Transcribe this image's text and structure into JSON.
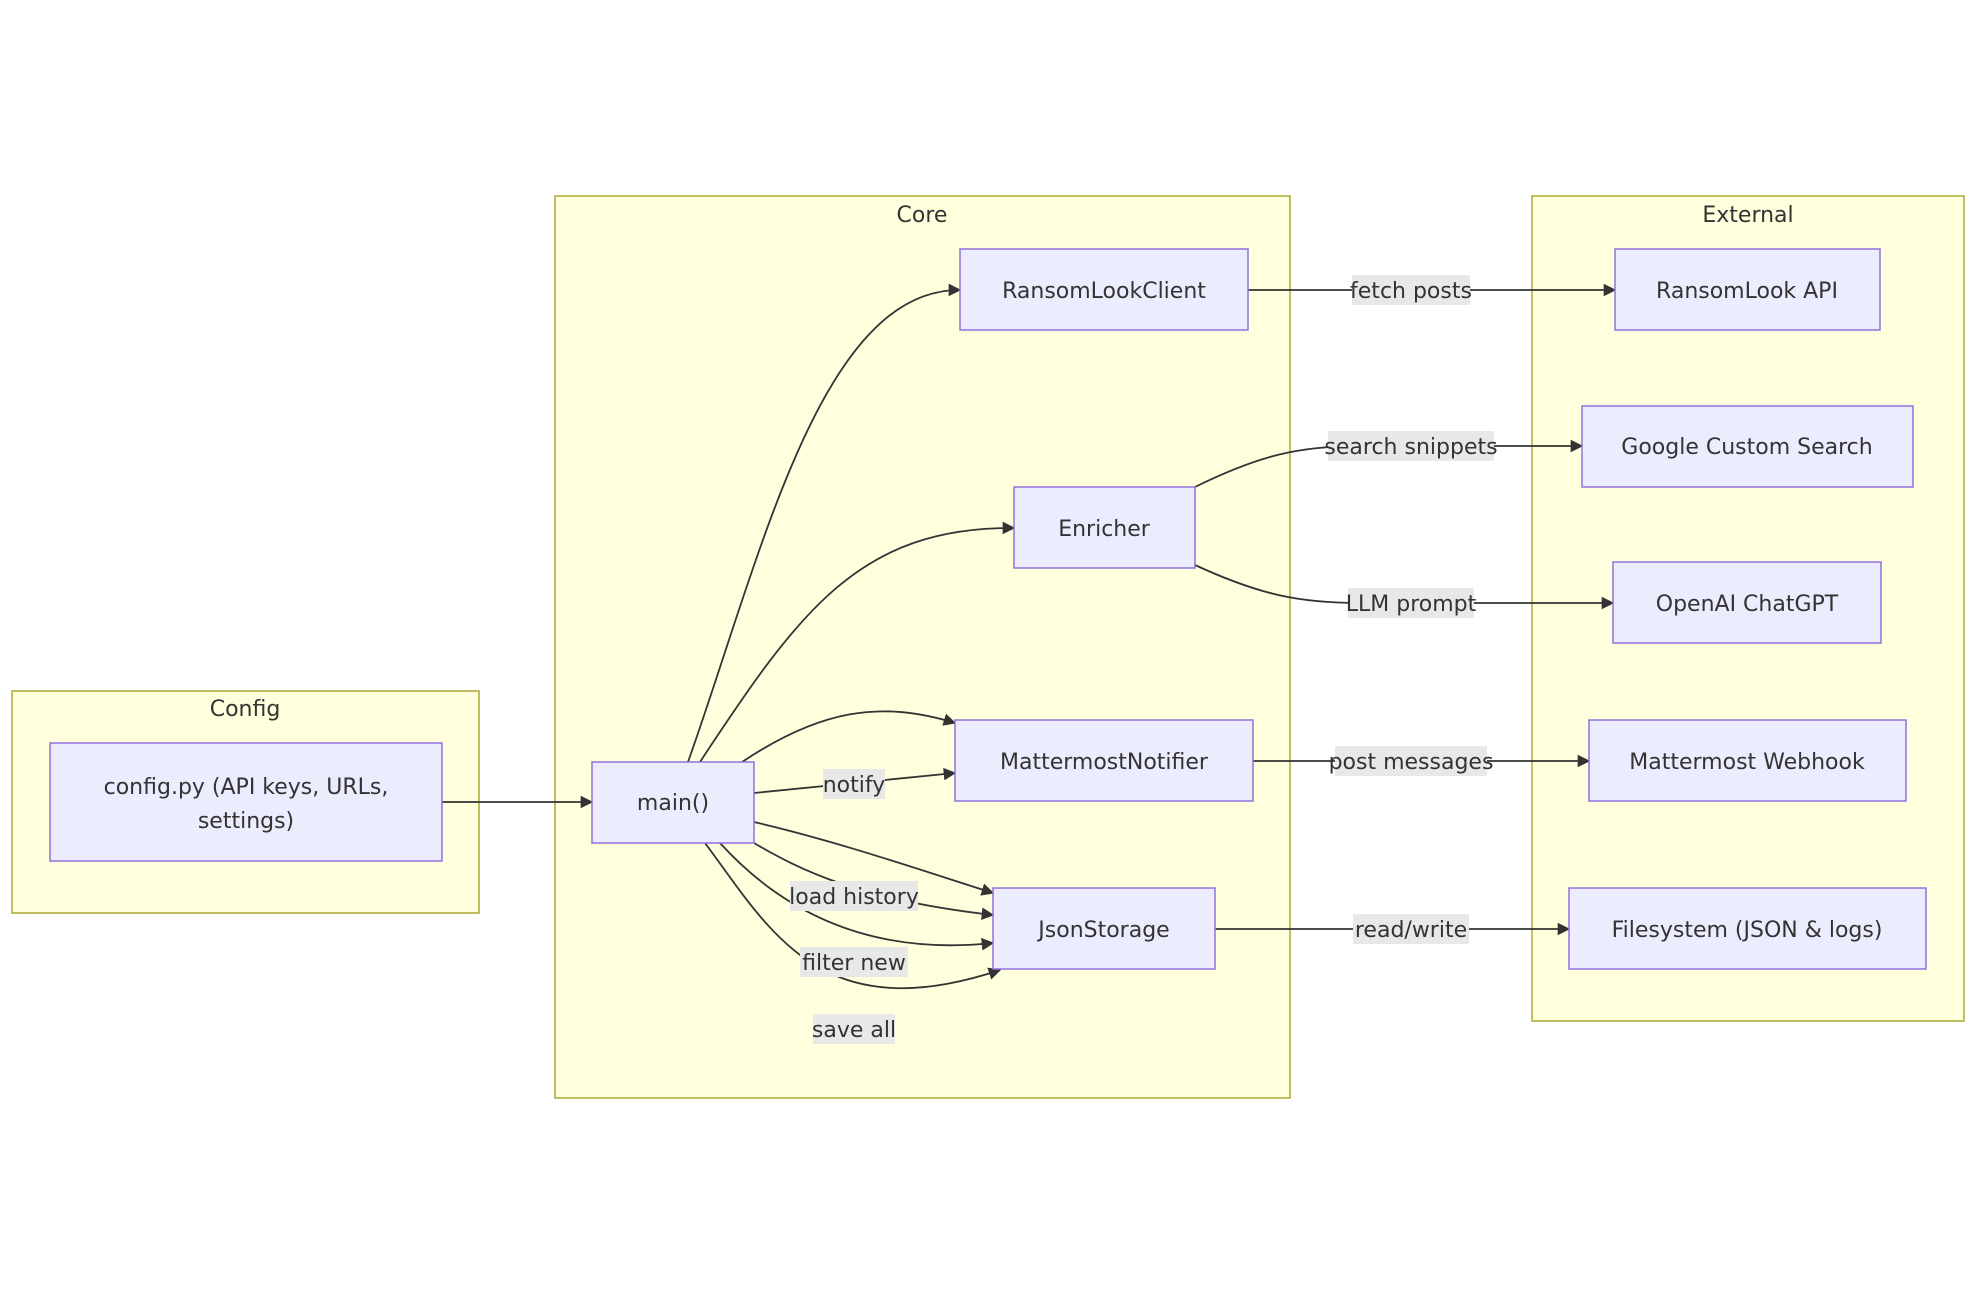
{
  "clusters": {
    "config": {
      "title": "Config"
    },
    "core": {
      "title": "Core"
    },
    "external": {
      "title": "External"
    }
  },
  "nodes": {
    "config_py": {
      "line1": "config.py (API keys, URLs,",
      "line2": "settings)"
    },
    "main": {
      "label": "main()"
    },
    "ransomlook_client": {
      "label": "RansomLookClient"
    },
    "enricher": {
      "label": "Enricher"
    },
    "mattermost_notifier": {
      "label": "MattermostNotifier"
    },
    "json_storage": {
      "label": "JsonStorage"
    },
    "ransomlook_api": {
      "label": "RansomLook API"
    },
    "google_custom_search": {
      "label": "Google Custom Search"
    },
    "openai_chatgpt": {
      "label": "OpenAI ChatGPT"
    },
    "mattermost_webhook": {
      "label": "Mattermost Webhook"
    },
    "filesystem": {
      "label": "Filesystem (JSON & logs)"
    }
  },
  "edge_labels": {
    "notify": "notify",
    "load_history": "load history",
    "filter_new": "filter new",
    "save_all": "save all",
    "fetch_posts": "fetch posts",
    "search_snippets": "search snippets",
    "llm_prompt": "LLM prompt",
    "post_messages": "post messages",
    "read_write": "read/write"
  },
  "colors": {
    "cluster_fill": "#ffffde",
    "cluster_stroke": "#aaaa33",
    "node_fill": "#ececff",
    "node_stroke": "#9370db",
    "edge": "#333333",
    "edge_label_bg": "#e8e8e8"
  }
}
